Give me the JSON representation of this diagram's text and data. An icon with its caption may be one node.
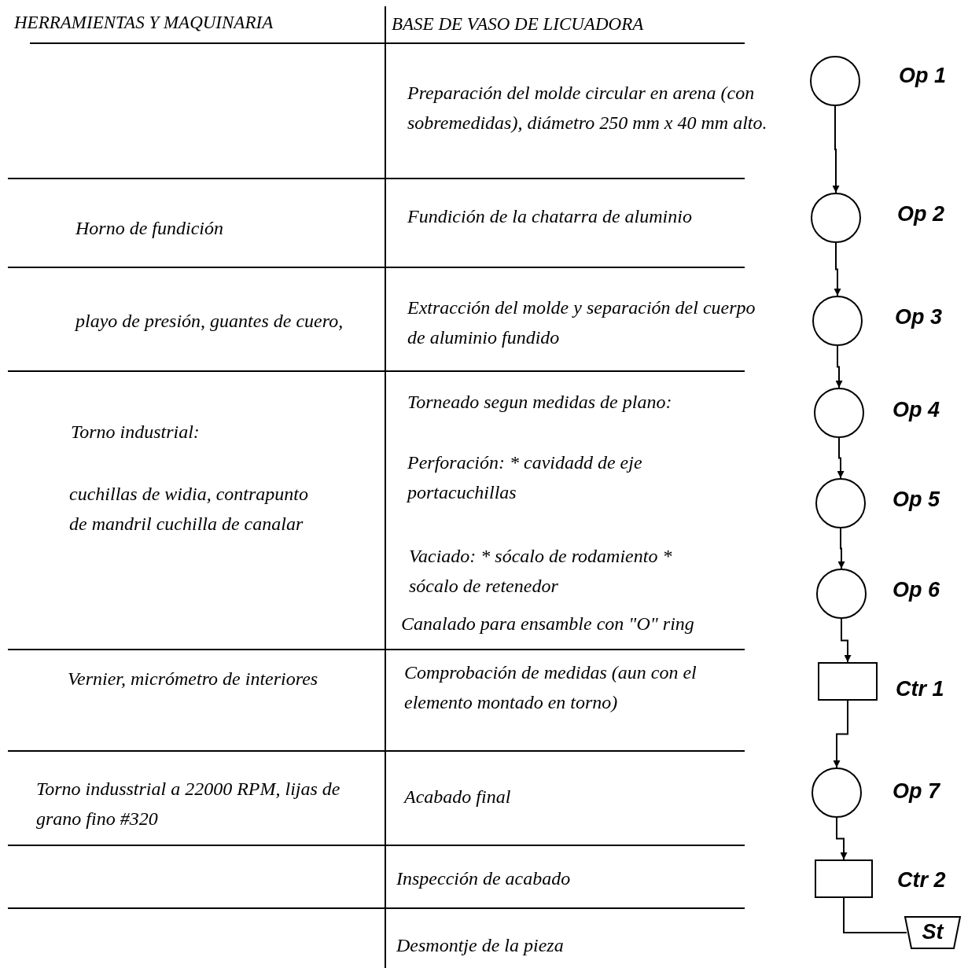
{
  "diagram": {
    "nodes": [
      {
        "text": [],
        "shape": "circle",
        "beside": [
          "Op 1"
        ]
      },
      {
        "text": [],
        "shape": "circle",
        "beside": [
          "Op 2"
        ]
      },
      {
        "text": [],
        "shape": "circle",
        "beside": [
          "Op 3"
        ]
      },
      {
        "text": [],
        "shape": "circle",
        "beside": [
          "Op 4"
        ]
      },
      {
        "text": [],
        "shape": "circle",
        "beside": [
          "Op 5"
        ]
      },
      {
        "text": [],
        "shape": "circle",
        "beside": [
          "Op 6"
        ]
      },
      {
        "text": [],
        "shape": "box",
        "beside": [
          "Ctr 1"
        ]
      },
      {
        "text": [],
        "shape": "circle",
        "beside": [
          "Op 7"
        ]
      },
      {
        "text": [],
        "shape": "box",
        "beside": [
          "Ctr 2"
        ]
      },
      {
        "text": [
          "St"
        ]
      }
    ],
    "edges": [
      {
        "from": 0,
        "to": 1,
        "arrow": "to"
      },
      {
        "from": 1,
        "to": 2,
        "arrow": "to"
      },
      {
        "from": 2,
        "to": 3,
        "arrow": "to"
      },
      {
        "from": 3,
        "to": 4,
        "arrow": "to"
      },
      {
        "from": 4,
        "to": 5,
        "arrow": "to"
      },
      {
        "from": 5,
        "to": 6,
        "arrow": "to"
      },
      {
        "from": 6,
        "to": 7,
        "arrow": "to"
      },
      {
        "from": 7,
        "to": 8,
        "arrow": "to"
      },
      {
        "from": 8,
        "to": 9,
        "arrow": "none"
      }
    ],
    "labels": [
      "HERRAMIENTAS Y MAQUINARIA",
      "BASE DE VASO DE LICUADORA",
      "Preparación del molde circular en arena (con sobremedidas), diámetro 250 mm x 40 mm alto.",
      "Horno de fundición",
      "Fundición de la chatarra de aluminio",
      "playo de presión, guantes de cuero,",
      "Extracción del molde y separación del cuerpo de aluminio fundido",
      "Torno industrial:",
      "cuchillas de widia, contrapunto de mandril cuchilla de canalar",
      "Torneado segun medidas de plano:",
      "Perforación: * cavidadd de eje portacuchillas",
      "Vaciado: * sócalo de rodamiento * sócalo de retenedor",
      "Canalado para ensamble con \"O\" ring",
      "Vernier, micrómetro de interiores",
      "Comprobación de medidas (aun con el elemento montado en torno)",
      "Torno indusstrial a 22000 RPM, lijas de grano fino #320",
      "Acabado final",
      "Inspección de acabado",
      "Desmontje de la pieza"
    ]
  }
}
